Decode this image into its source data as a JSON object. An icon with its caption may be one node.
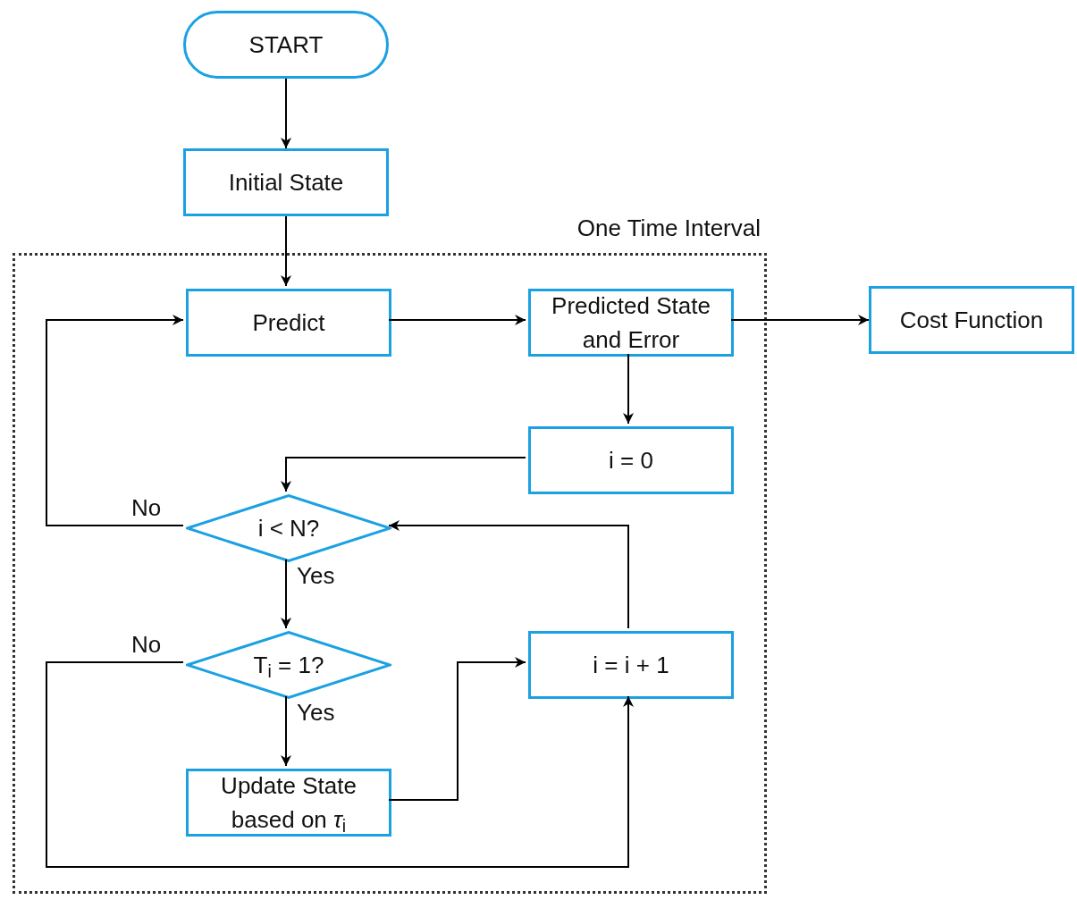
{
  "diagram": {
    "nodes": [
      {
        "text": [
          "START"
        ]
      },
      {
        "text": [
          "Initial State"
        ]
      },
      {
        "text": [
          "One Time Interval"
        ]
      },
      {
        "text": [
          "Predict"
        ],
        "in": 2
      },
      {
        "text": [
          "Predicted State and Error"
        ],
        "in": 2
      },
      {
        "text": [
          "Cost Function"
        ]
      },
      {
        "text": [
          "i = 0"
        ],
        "in": 2
      },
      {
        "text": [
          "i < N?"
        ],
        "in": 2
      },
      {
        "text": [
          "T$_{i}$ = 1?"
        ],
        "in": 2
      },
      {
        "text": [
          "i = i + 1"
        ],
        "in": 2
      },
      {
        "text": [
          "Update State based on *τ*$_{i}$"
        ],
        "in": 2
      }
    ],
    "edges": [
      {
        "from": 0,
        "to": 1,
        "arrow": "to"
      },
      {
        "from": 1,
        "to": 3,
        "arrow": "to"
      },
      {
        "from": 3,
        "to": 4,
        "arrow": "to"
      },
      {
        "from": 4,
        "to": 5,
        "arrow": "to"
      },
      {
        "from": 4,
        "to": 6,
        "arrow": "to"
      },
      {
        "from": 6,
        "to": 7,
        "arrow": "to"
      },
      {
        "from": 7,
        "to": 3,
        "arrow": "to",
        "label": "No"
      },
      {
        "from": 7,
        "to": 8,
        "arrow": "to",
        "label": "Yes"
      },
      {
        "from": 8,
        "to": 9,
        "arrow": "to",
        "label": "No"
      },
      {
        "from": 8,
        "to": 10,
        "arrow": "to",
        "label": "Yes"
      },
      {
        "from": 10,
        "to": 9,
        "arrow": "to"
      },
      {
        "from": 9,
        "to": 7,
        "arrow": "to"
      }
    ]
  }
}
